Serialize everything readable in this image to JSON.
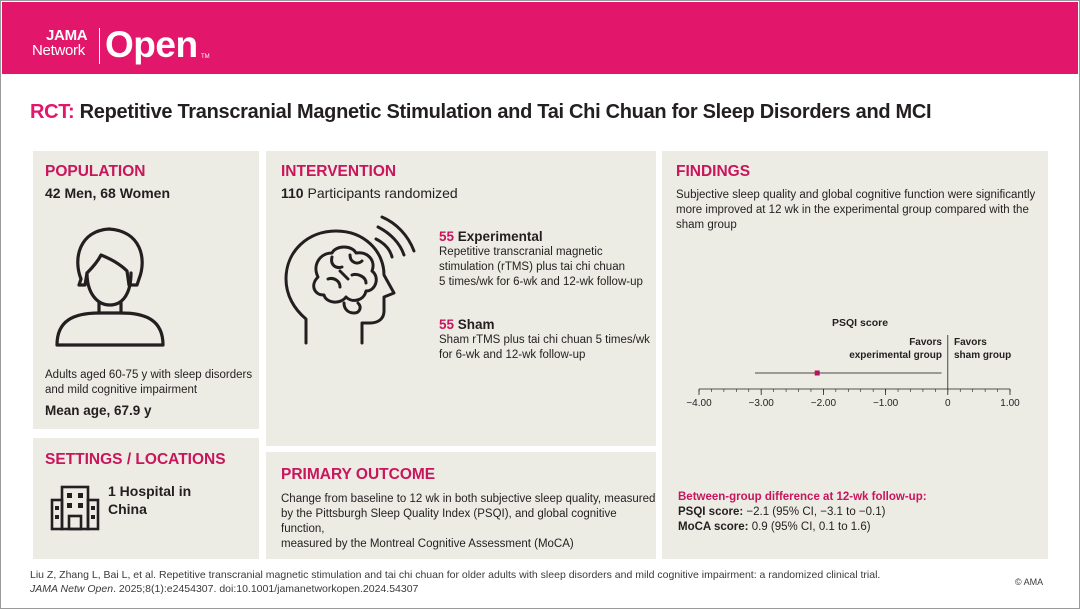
{
  "brand": {
    "line1": "JAMA",
    "line2": "Network",
    "product": "Open",
    "tm": "TM"
  },
  "title": {
    "prefix": "RCT:",
    "text": "Repetitive Transcranial Magnetic Stimulation and Tai Chi Chuan for Sleep Disorders and MCI"
  },
  "population": {
    "heading": "POPULATION",
    "counts": "42 Men, 68 Women",
    "desc_line1": "Adults aged 60-75 y with sleep disorders",
    "desc_line2": "and mild cognitive impairment",
    "mean_age": "Mean age, 67.9 y",
    "icon": "person-icon"
  },
  "settings": {
    "heading": "SETTINGS / LOCATIONS",
    "line1": "1 Hospital in",
    "line2": "China",
    "icon": "hospital-building-icon"
  },
  "intervention": {
    "heading": "INTERVENTION",
    "n_bold": "110",
    "n_text": "Participants randomized",
    "icon": "head-brain-stimulation-icon",
    "arms": [
      {
        "n": "55",
        "name": "Experimental",
        "lines": [
          "Repetitive transcranial magnetic",
          "stimulation (rTMS) plus tai chi chuan",
          "5 times/wk for 6-wk and 12-wk follow-up"
        ]
      },
      {
        "n": "55",
        "name": "Sham",
        "lines": [
          "Sham rTMS plus tai chi chuan 5 times/wk",
          "for 6-wk and 12-wk follow-up"
        ]
      }
    ]
  },
  "primary_outcome": {
    "heading": "PRIMARY OUTCOME",
    "lines": [
      "Change from baseline to 12 wk in both subjective sleep quality, measured",
      "by the Pittsburgh Sleep Quality Index (PSQI), and global cognitive function,",
      "measured by the Montreal Cognitive Assessment (MoCA)"
    ]
  },
  "findings": {
    "heading": "FINDINGS",
    "lines": [
      "Subjective sleep quality and global cognitive function were significantly",
      "more improved at 12 wk in the experimental group compared with the",
      "sham group"
    ],
    "between_heading": "Between-group difference at 12-wk follow-up:",
    "psqi_label": "PSQI score:",
    "psqi_value": "−2.1 (95% CI, −3.1 to −0.1)",
    "moca_label": "MoCA score:",
    "moca_value": "0.9 (95% CI, 0.1 to 1.6)"
  },
  "chart_data": {
    "type": "forest",
    "title": "PSQI score",
    "favors_left": [
      "Favors",
      "experimental group"
    ],
    "favors_right": [
      "Favors",
      "sham group"
    ],
    "xlim": [
      -4,
      1
    ],
    "xticks": [
      -4,
      -3,
      -2,
      -1,
      0,
      1
    ],
    "xtick_labels": [
      "−4.00",
      "−3.00",
      "−2.00",
      "−1.00",
      "0",
      "1.00"
    ],
    "minor_step": 0.2,
    "reference_line": 0,
    "points": [
      {
        "estimate": -2.1,
        "ci_low": -3.1,
        "ci_high": -0.1
      }
    ],
    "point_color": "#b5135a"
  },
  "footer": {
    "citation_line1": "Liu Z, Zhang L, Bai L, et al. Repetitive transcranial magnetic stimulation and tai chi chuan for older adults with sleep disorders and mild cognitive impairment: a randomized clinical trial.",
    "journal": "JAMA Netw Open",
    "citation_line2_rest": ". 2025;8(1):e2454307. doi:10.1001/jamanetworkopen.2024.54307",
    "copyright": "© AMA"
  },
  "colors": {
    "brand": "#e2166a",
    "heading": "#c8155c",
    "panel": "#ecebe4"
  }
}
